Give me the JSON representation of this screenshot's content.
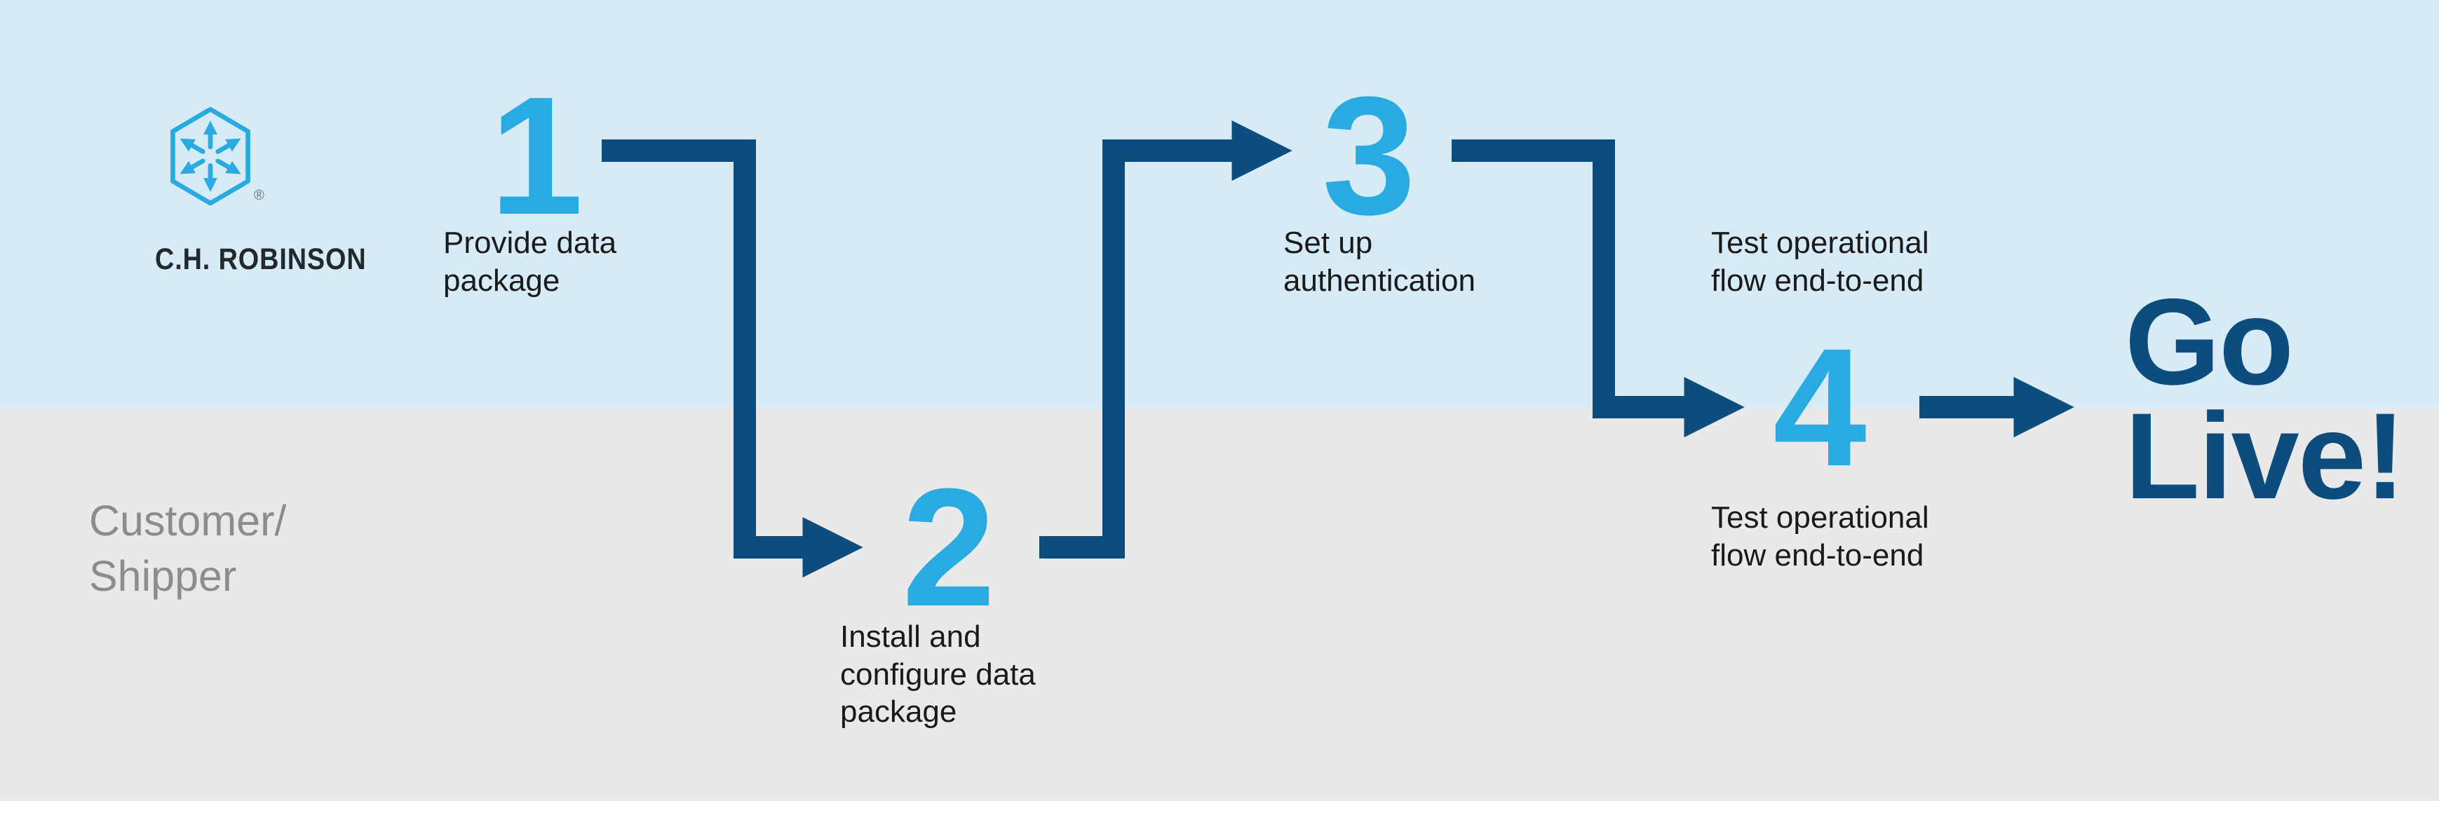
{
  "brand": {
    "name": "C.H. ROBINSON",
    "registered_mark": "®",
    "logo_icon": "hexagon-globe-arrows-icon"
  },
  "lanes": {
    "customer_label_lines": [
      "Customer/",
      "Shipper"
    ]
  },
  "steps": [
    {
      "number": "1",
      "label_lines": [
        "Provide data",
        "package"
      ]
    },
    {
      "number": "2",
      "label_lines": [
        "Install and",
        "configure data",
        "package"
      ]
    },
    {
      "number": "3",
      "label_lines": [
        "Set up",
        "authentication"
      ]
    },
    {
      "number": "4",
      "label_above_lines": [
        "Test operational",
        "flow end-to-end"
      ],
      "label_below_lines": [
        "Test operational",
        "flow end-to-end"
      ]
    }
  ],
  "outcome": {
    "lines": [
      "Go",
      "Live!"
    ]
  },
  "colors": {
    "lane_top_background": "#D7EBF7",
    "lane_bottom_background": "#E9E9E9",
    "accent_cyan": "#29ABE2",
    "brand_navy": "#0D4D7E",
    "step_label_text": "#1A1A1A",
    "customer_label_gray": "#8C8C8C"
  }
}
